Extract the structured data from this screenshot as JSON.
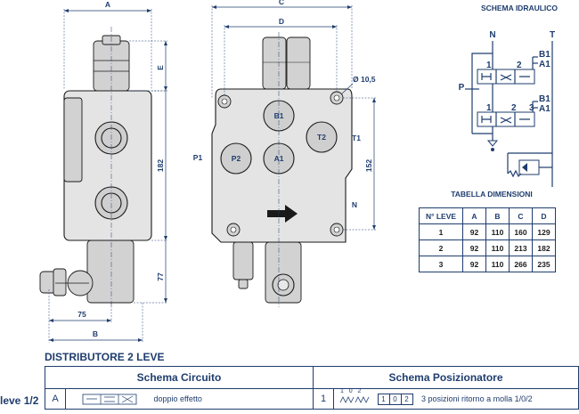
{
  "dimensions": {
    "A": "A",
    "B": "B",
    "C": "C",
    "D": "D",
    "E": "E",
    "val_75": "75",
    "val_77": "77",
    "val_182": "182",
    "val_152": "152",
    "hole": "Ø 10,5"
  },
  "ports": {
    "B1": "B1",
    "A1": "A1",
    "T2": "T2",
    "P2": "P2",
    "P1": "P1",
    "T1": "T1",
    "N": "N"
  },
  "hydraulic": {
    "title": "SCHEMA IDRAULICO",
    "N": "N",
    "T": "T",
    "P": "P",
    "B1_top": "B1",
    "A1_top": "A1",
    "B1_bot": "B1",
    "A1_bot": "A1",
    "n1": "1",
    "n2": "2",
    "n1b": "1",
    "n2b": "2",
    "n3b": "3"
  },
  "dim_table": {
    "title": "TABELLA DIMENSIONI",
    "headers": [
      "N° LEVE",
      "A",
      "B",
      "C",
      "D"
    ],
    "rows": [
      [
        "1",
        "92",
        "110",
        "160",
        "129"
      ],
      [
        "2",
        "92",
        "110",
        "213",
        "182"
      ],
      [
        "3",
        "92",
        "110",
        "266",
        "235"
      ]
    ]
  },
  "distributor": {
    "title": "DISTRIBUTORE 2 LEVE",
    "leve_label": "leve 1/2",
    "schema_circuito": "Schema Circuito",
    "schema_posizionatore": "Schema Posizionatore",
    "circuit_letter": "A",
    "circuit_desc": "doppio effetto",
    "pos_number": "1",
    "pos_boxes": [
      "1",
      "0",
      "2"
    ],
    "pos_desc": "3 posizioni ritorno a molla 1/0/2",
    "sym_labels": [
      "1",
      "0",
      "2"
    ]
  },
  "colors": {
    "accent": "#1f3d6e",
    "body": "#e4e4e4"
  }
}
